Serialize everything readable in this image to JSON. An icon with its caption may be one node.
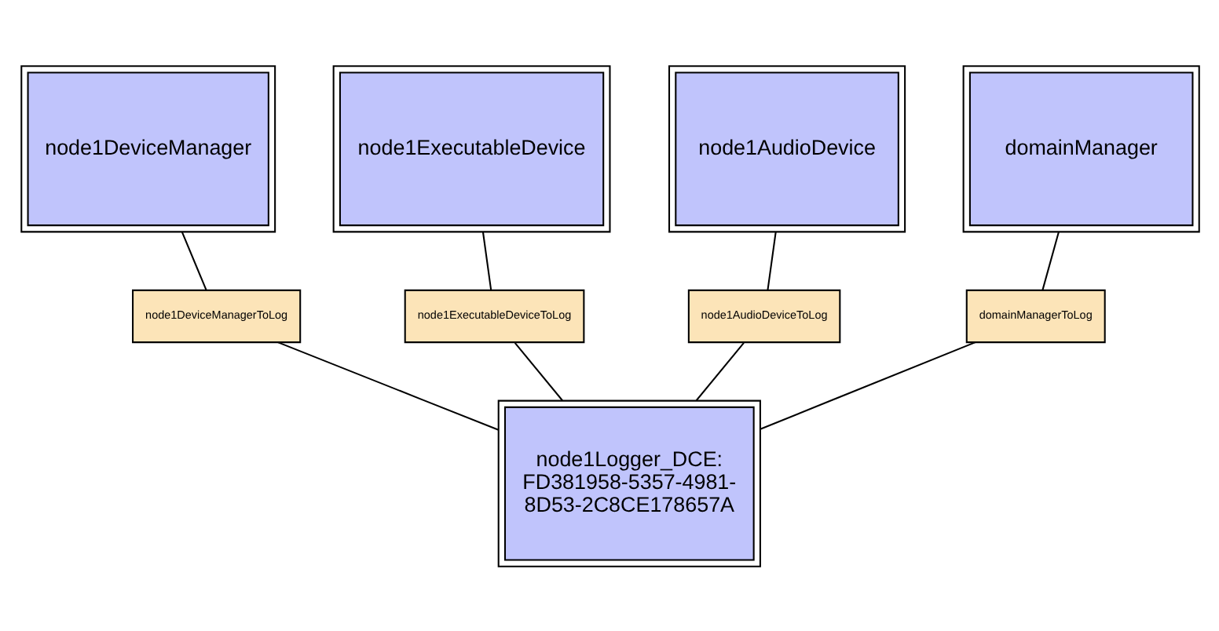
{
  "diagram": {
    "nodes": [
      {
        "text": [
          "node1DeviceManager"
        ]
      },
      {
        "text": [
          "node1ExecutableDevice"
        ]
      },
      {
        "text": [
          "node1AudioDevice"
        ]
      },
      {
        "text": [
          "domainManager"
        ]
      },
      {
        "text": [
          "node1DeviceManagerToLog"
        ]
      },
      {
        "text": [
          "node1ExecutableDeviceToLog"
        ]
      },
      {
        "text": [
          "node1AudioDeviceToLog"
        ]
      },
      {
        "text": [
          "domainManagerToLog"
        ]
      },
      {
        "text": [
          "node1Logger_DCE: FD381958-5357-4981-8D53-2C8CE178657A"
        ]
      }
    ],
    "edges": [
      {
        "from": 0,
        "to": 4,
        "arrow": "none"
      },
      {
        "from": 1,
        "to": 5,
        "arrow": "none"
      },
      {
        "from": 2,
        "to": 6,
        "arrow": "none"
      },
      {
        "from": 3,
        "to": 7,
        "arrow": "none"
      },
      {
        "from": 4,
        "to": 8,
        "arrow": "none"
      },
      {
        "from": 5,
        "to": 8,
        "arrow": "none"
      },
      {
        "from": 6,
        "to": 8,
        "arrow": "none"
      },
      {
        "from": 7,
        "to": 8,
        "arrow": "none"
      }
    ]
  }
}
